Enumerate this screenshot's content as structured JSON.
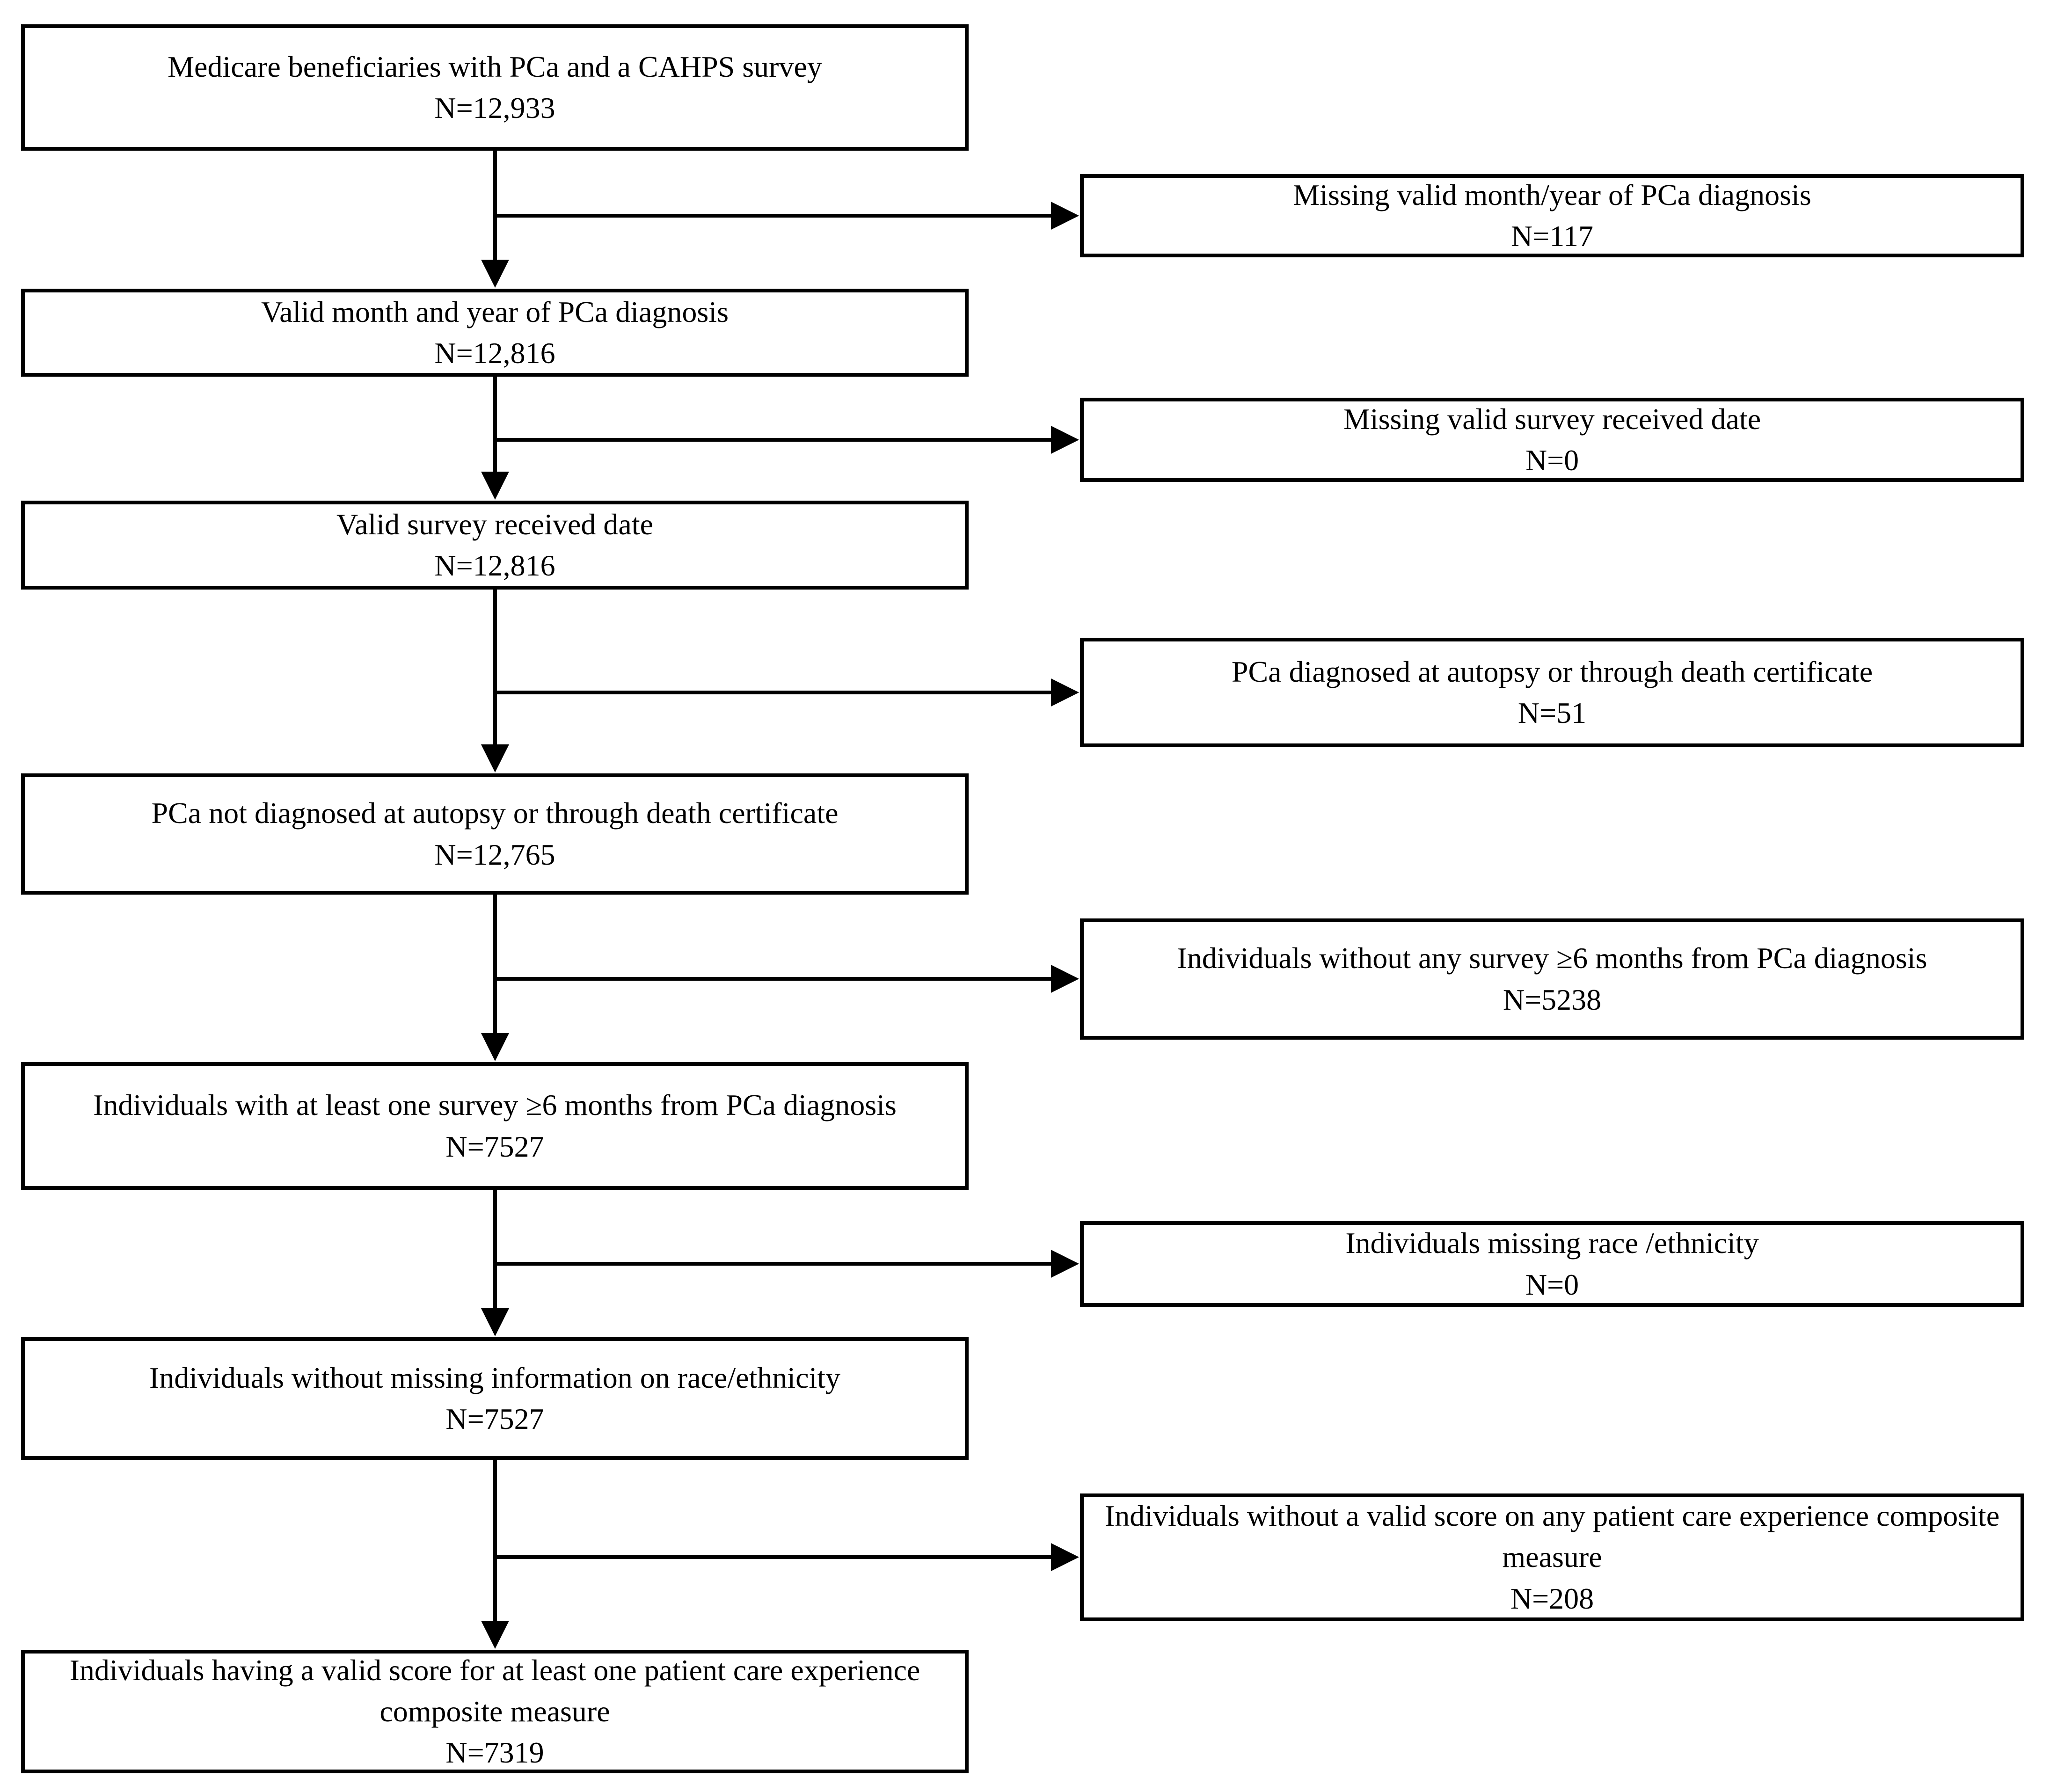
{
  "figure": {
    "description": "Cohort selection flow diagram",
    "colors": {
      "background": "#ffffff",
      "box_border": "#000000",
      "text": "#000000",
      "arrow": "#000000"
    },
    "main_boxes": [
      {
        "label": "Medicare beneficiaries with PCa and a CAHPS survey",
        "n": "N=12,933"
      },
      {
        "label": "Valid month and year of PCa diagnosis",
        "n": "N=12,816"
      },
      {
        "label": "Valid survey received date",
        "n": "N=12,816"
      },
      {
        "label": "PCa not diagnosed at autopsy or through death certificate",
        "n": "N=12,765"
      },
      {
        "label": "Individuals with at least one survey ≥6 months from PCa diagnosis",
        "n": "N=7527"
      },
      {
        "label": "Individuals without missing information on race/ethnicity",
        "n": "N=7527"
      },
      {
        "label": "Individuals having a valid score for at least one patient care experience composite measure",
        "n": "N=7319"
      }
    ],
    "exclusion_boxes": [
      {
        "label": "Missing valid month/year of PCa diagnosis",
        "n": "N=117"
      },
      {
        "label": "Missing valid survey received date",
        "n": "N=0"
      },
      {
        "label": "PCa diagnosed at autopsy or through death certificate",
        "n": "N=51"
      },
      {
        "label": "Individuals without any survey ≥6 months from PCa diagnosis",
        "n": "N=5238"
      },
      {
        "label": "Individuals missing race /ethnicity",
        "n": "N=0"
      },
      {
        "label": "Individuals without a valid score on any patient care experience composite measure",
        "n": "N=208"
      }
    ]
  }
}
